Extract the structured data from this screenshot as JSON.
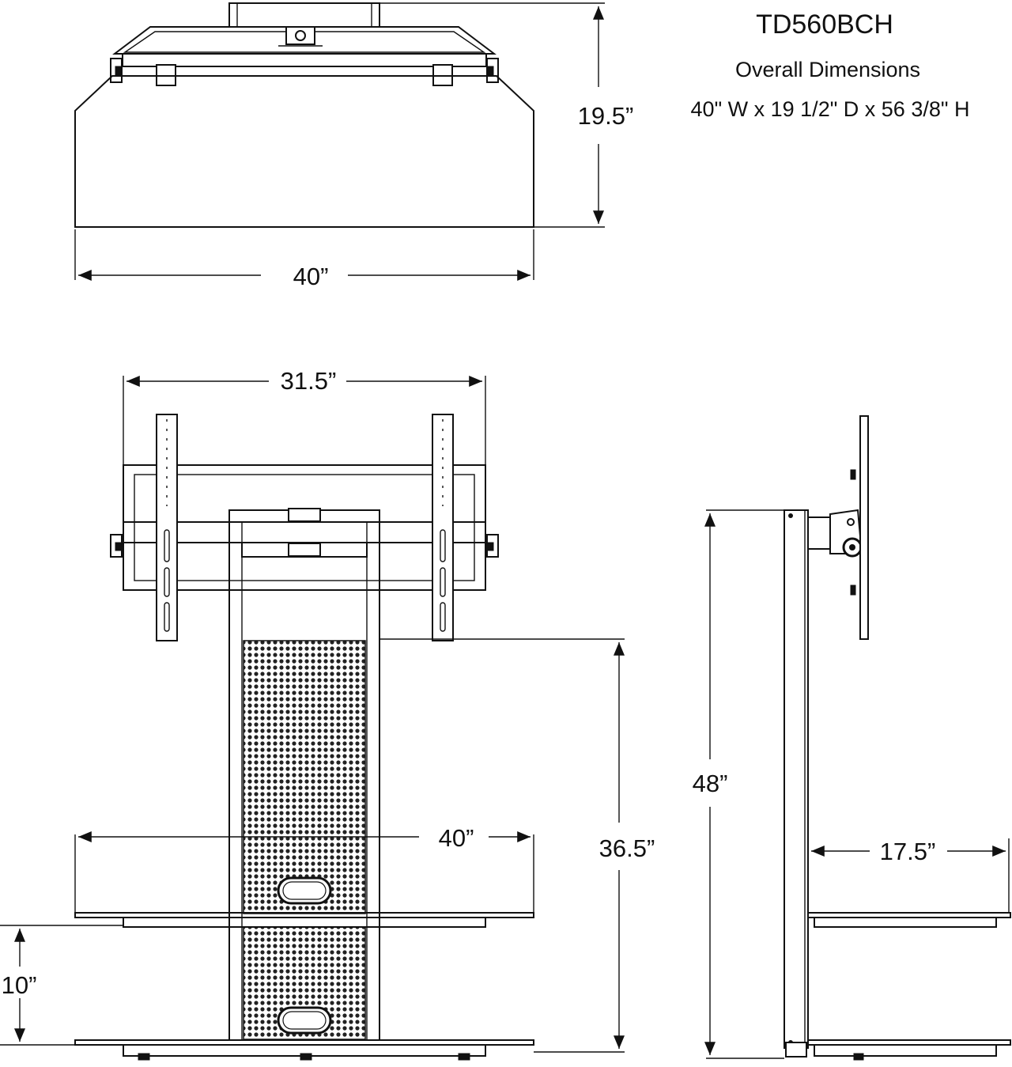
{
  "header": {
    "model": "TD560BCH",
    "subtitle": "Overall Dimensions",
    "dimensions": "40\" W x 19 1/2\" D x 56 3/8\" H"
  },
  "top_view": {
    "depth_label": "19.5”",
    "width_label": "40”"
  },
  "front_view": {
    "mount_width_label": "31.5”",
    "shelf_width_label": "40”",
    "height_label": "36.5”",
    "shelf_gap_label": "10”"
  },
  "side_view": {
    "total_height_label": "48”",
    "shelf_depth_label": "17.5”"
  }
}
